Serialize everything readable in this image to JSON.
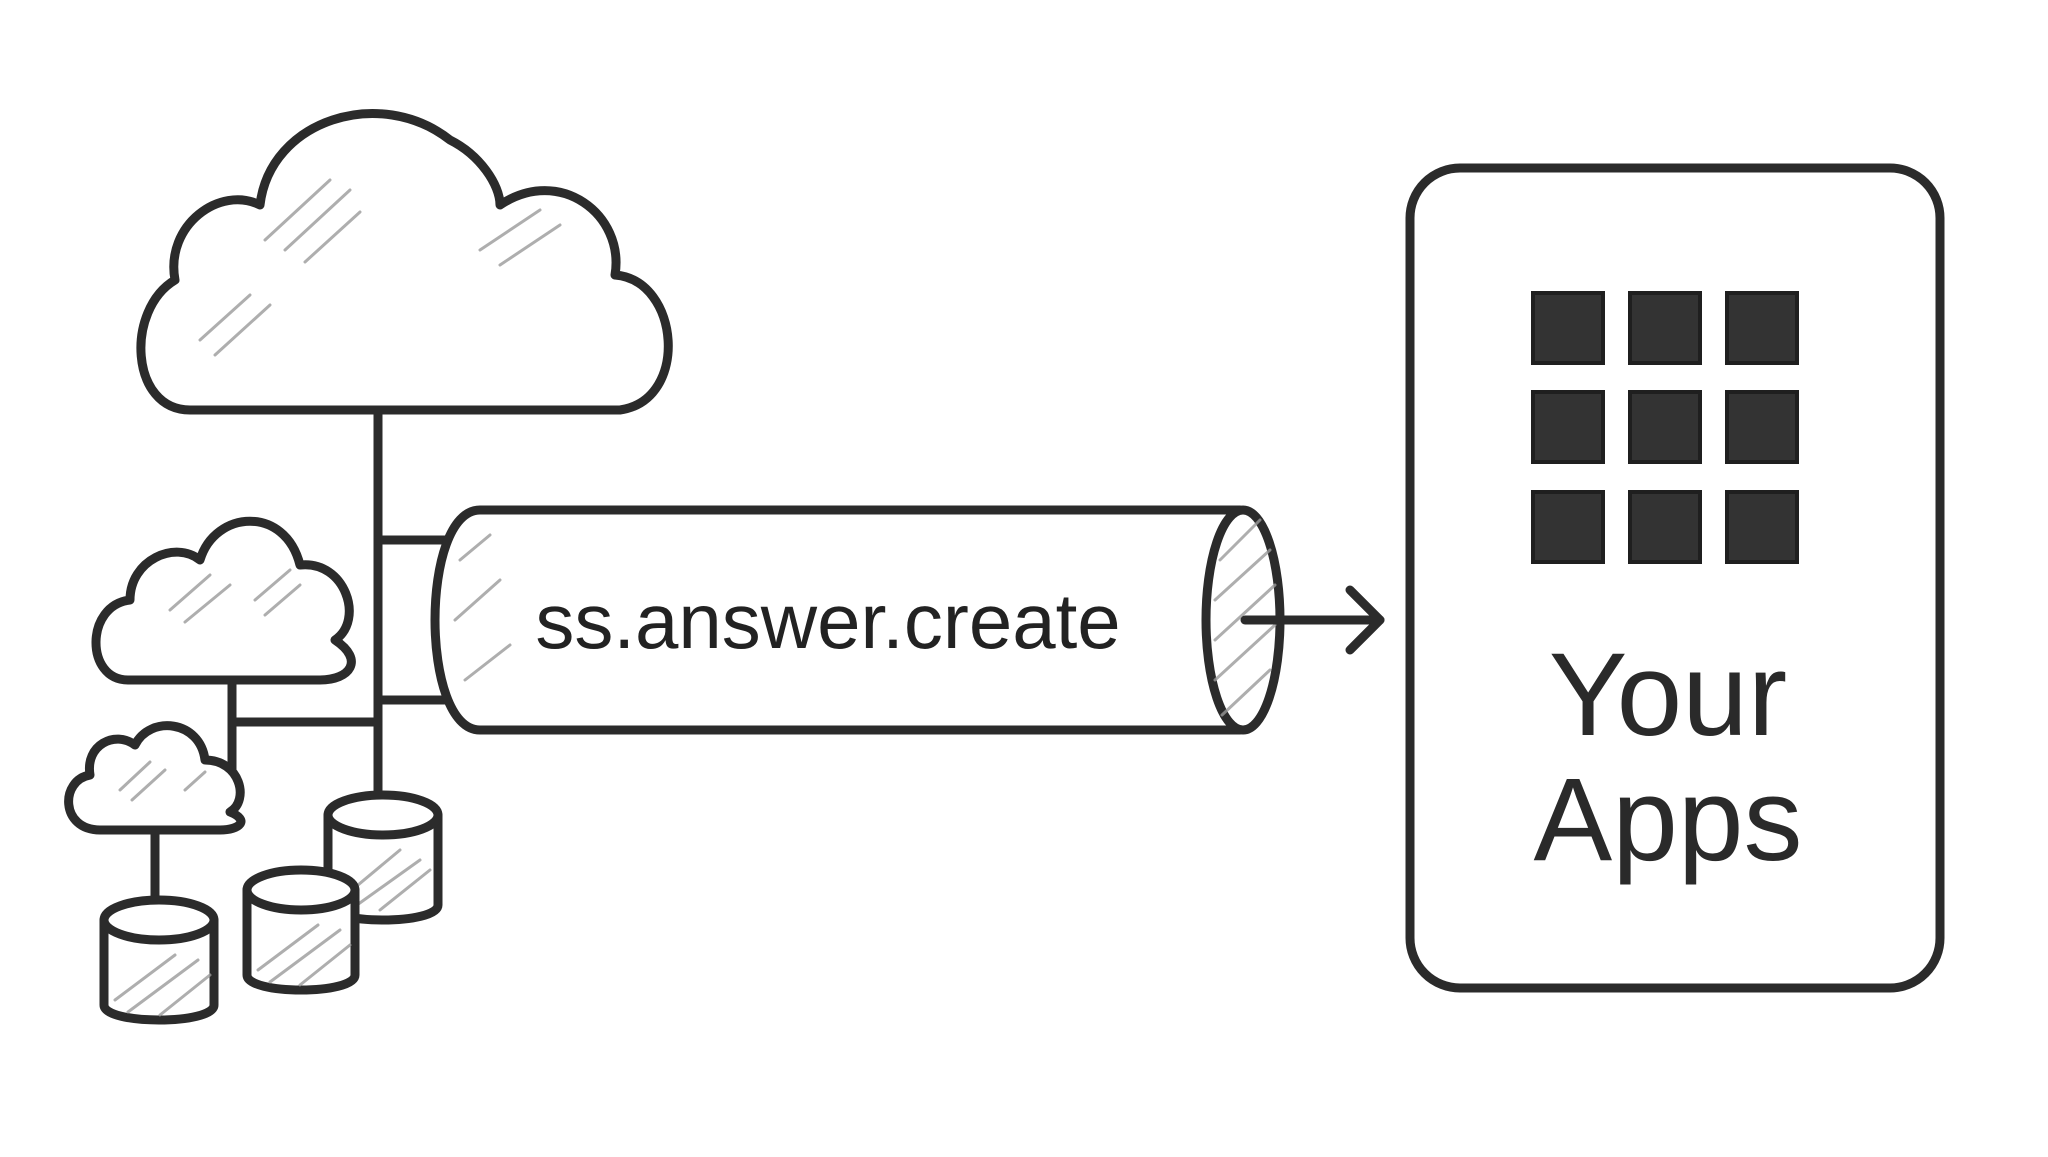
{
  "pipe": {
    "label": "ss.answer.create"
  },
  "apps_panel": {
    "line1": "Your",
    "line2": "Apps"
  },
  "colors": {
    "ink": "#2b2b2b",
    "tile": "#333333",
    "background": "#ffffff"
  },
  "icons": [
    "cloud-icon",
    "database-icon",
    "app-grid-icon",
    "arrow-right-icon"
  ]
}
